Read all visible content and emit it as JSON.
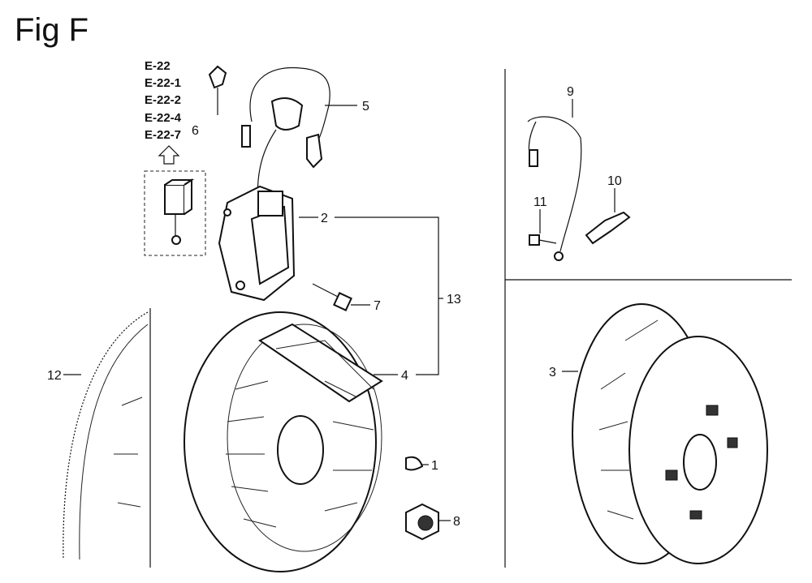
{
  "title": "Fig F",
  "references": [
    "E-22",
    "E-22-1",
    "E-22-2",
    "E-22-4",
    "E-22-7"
  ],
  "callouts": {
    "c1": "1",
    "c2": "2",
    "c3": "3",
    "c4": "4",
    "c5": "5",
    "c6": "6",
    "c7": "7",
    "c8": "8",
    "c9": "9",
    "c10": "10",
    "c11": "11",
    "c12": "12",
    "c13": "13"
  }
}
